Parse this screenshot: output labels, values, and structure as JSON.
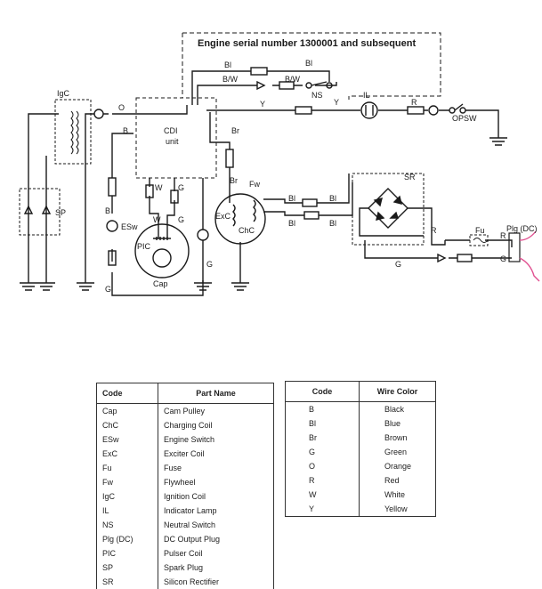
{
  "diagram": {
    "serial_note": "Engine serial number 1300001 and subsequent",
    "labels": {
      "igc": "IgC",
      "sp": "SP",
      "o": "O",
      "b": "B",
      "cdi1": "CDI",
      "cdi2": "unit",
      "bl_top1": "Bl",
      "bl_top2": "Bl",
      "bw1": "B/W",
      "bw2": "B/W",
      "ns": "NS",
      "il": "IL",
      "y1": "Y",
      "y2": "Y",
      "r_top": "R",
      "opsw": "OPSW",
      "br1": "Br",
      "br2": "Br",
      "fw": "Fw",
      "exc": "ExC",
      "chc": "ChC",
      "bl_m1": "Bl",
      "bl_m2": "Bl",
      "bl_m3": "Bl",
      "bl_m4": "Bl",
      "sr": "SR",
      "r_mid": "R",
      "fu": "Fu",
      "r_plg": "R",
      "plg": "Plg (DC)",
      "g_plg": "G",
      "g_bottom": "G",
      "w1": "W",
      "w2": "W",
      "g1": "G",
      "g2": "G",
      "g3": "G",
      "b_esw": "B",
      "esw": "ESw",
      "pic": "PIC",
      "cap": "Cap",
      "g_left": "G"
    }
  },
  "parts_table": {
    "headers": [
      "Code",
      "Part Name"
    ],
    "rows": [
      [
        "Cap",
        "Cam Pulley"
      ],
      [
        "ChC",
        "Charging Coil"
      ],
      [
        "ESw",
        "Engine Switch"
      ],
      [
        "ExC",
        "Exciter Coil"
      ],
      [
        "Fu",
        "Fuse"
      ],
      [
        "Fw",
        "Flywheel"
      ],
      [
        "IgC",
        "Ignition Coil"
      ],
      [
        "IL",
        "Indicator Lamp"
      ],
      [
        "NS",
        "Neutral Switch"
      ],
      [
        "Plg (DC)",
        "DC Output Plug"
      ],
      [
        "PIC",
        "Pulser Coil"
      ],
      [
        "SP",
        "Spark Plug"
      ],
      [
        "SR",
        "Silicon Rectifier"
      ]
    ]
  },
  "color_table": {
    "headers": [
      "Code",
      "Wire Color"
    ],
    "rows": [
      [
        "B",
        "Black"
      ],
      [
        "Bl",
        "Blue"
      ],
      [
        "Br",
        "Brown"
      ],
      [
        "G",
        "Green"
      ],
      [
        "O",
        "Orange"
      ],
      [
        "R",
        "Red"
      ],
      [
        "W",
        "White"
      ],
      [
        "Y",
        "Yellow"
      ]
    ]
  }
}
